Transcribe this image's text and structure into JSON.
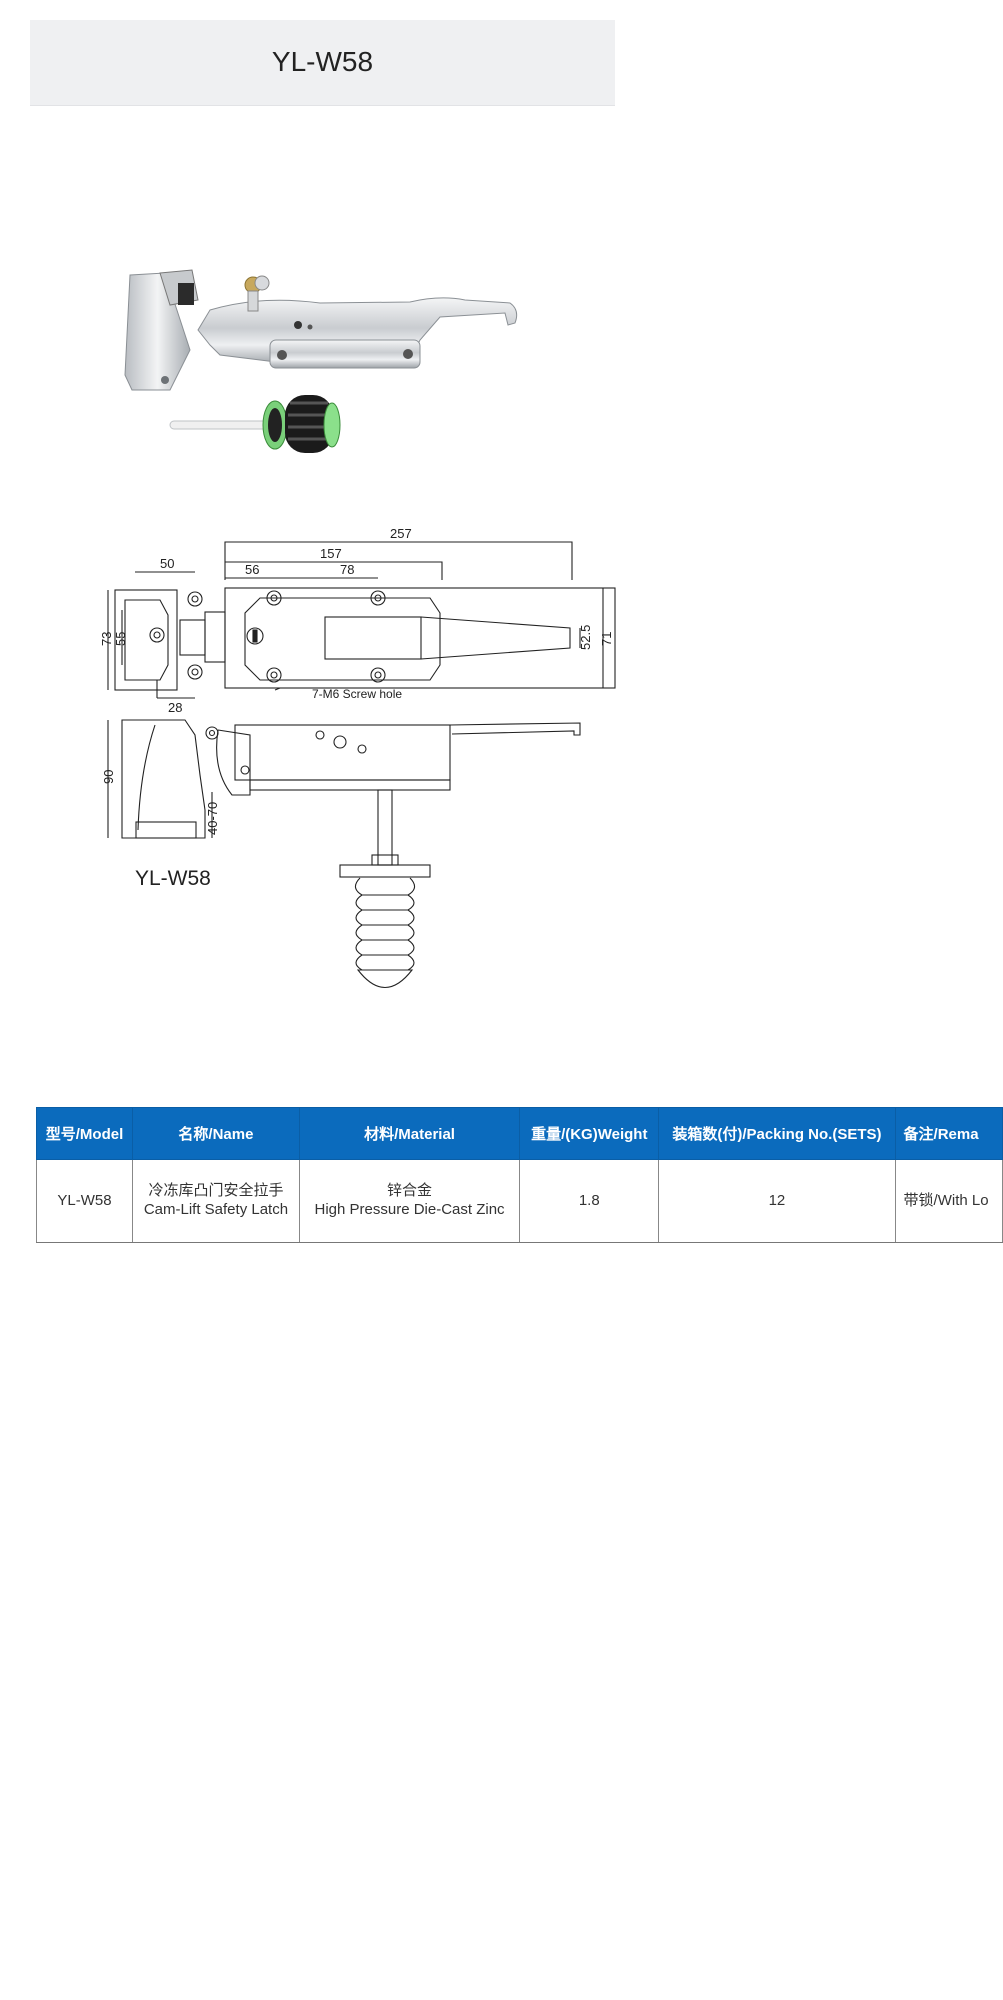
{
  "header": {
    "title": "YL-W58"
  },
  "drawing": {
    "dimensions": [
      "257",
      "157",
      "50",
      "56",
      "78",
      "73",
      "55",
      "28",
      "52.5",
      "71",
      "90",
      "40-70"
    ],
    "screw_note": "7-M6 Screw hole",
    "model_label": "YL-W58"
  },
  "table": {
    "headers": [
      "型号/Model",
      "名称/Name",
      "材料/Material",
      "重量/(KG)Weight",
      "装箱数(付)/Packing No.(SETS)",
      "备注/Rema"
    ],
    "row": {
      "model": "YL-W58",
      "name_cn": "冷冻库凸门安全拉手",
      "name_en": "Cam-Lift Safety Latch",
      "material_cn": "锌合金",
      "material_en": "High Pressure Die-Cast Zinc",
      "weight": "1.8",
      "packing": "12",
      "remark": "带锁/With Lo"
    }
  },
  "colors": {
    "header_blue": "#0b6bbd",
    "title_bg": "#eff0f2"
  }
}
